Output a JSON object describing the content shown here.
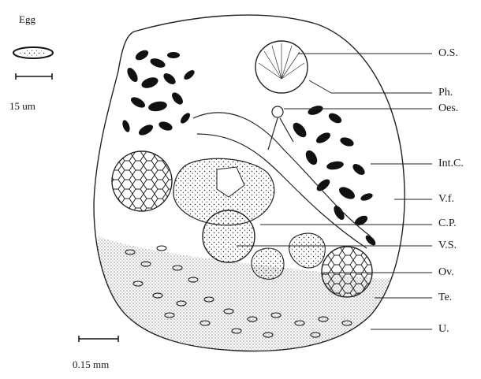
{
  "egg_inset": {
    "title": "Egg",
    "scale_label": "15 um"
  },
  "main_scale_label": "0.15 mm",
  "labels": [
    {
      "key": "os",
      "text": "O.S."
    },
    {
      "key": "ph",
      "text": "Ph."
    },
    {
      "key": "oes",
      "text": "Oes."
    },
    {
      "key": "intc",
      "text": "Int.C."
    },
    {
      "key": "vf",
      "text": "V.f."
    },
    {
      "key": "cp",
      "text": "C.P."
    },
    {
      "key": "vs",
      "text": "V.S."
    },
    {
      "key": "ov",
      "text": "Ov."
    },
    {
      "key": "te",
      "text": "Te."
    },
    {
      "key": "u",
      "text": "U."
    }
  ]
}
